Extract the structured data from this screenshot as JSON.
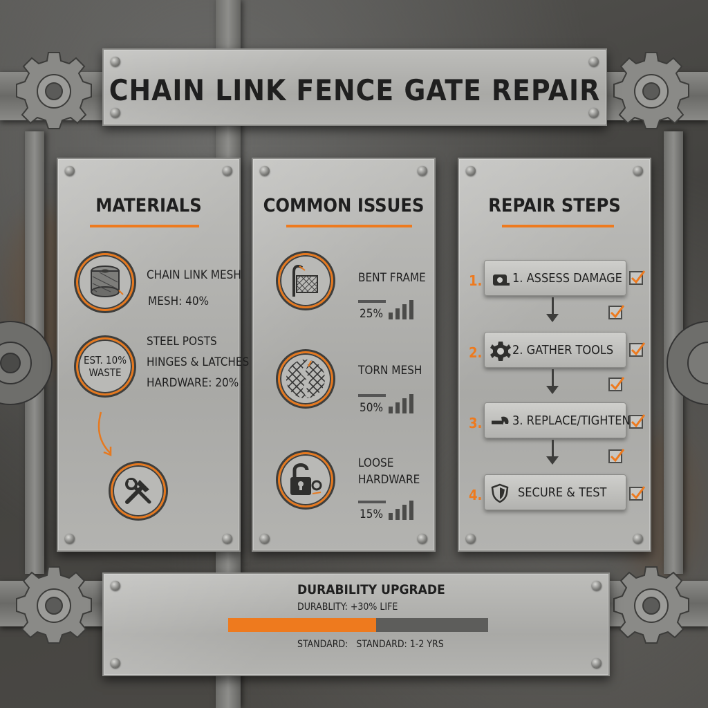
{
  "title": "CHAIN LINK FENCE GATE REPAIR",
  "materials": {
    "heading": "MATERIALS",
    "chain_link_mesh": "CHAIN LINK MESH",
    "mesh_share": "MESH: 40%",
    "waste_line1": "EST. 10%",
    "waste_line2": "WASTE",
    "steel_posts": "STEEL POSTS",
    "hinges": "HINGES & LATCHES",
    "hardware_share": "HARDWARE: 20%",
    "icons": [
      "mesh-roll-icon",
      "arrow-icon",
      "tools-icon"
    ]
  },
  "issues": {
    "heading": "COMMON ISSUES",
    "items": [
      {
        "label_line1": "BENT FRAME",
        "label_line2": "",
        "percent": "25%",
        "icon": "bent-frame-icon"
      },
      {
        "label_line1": "TORN MESH",
        "label_line2": "",
        "percent": "50%",
        "icon": "torn-mesh-icon"
      },
      {
        "label_line1": "LOOSE",
        "label_line2": "HARDWARE",
        "percent": "15%",
        "icon": "padlock-icon"
      }
    ]
  },
  "repair": {
    "heading": "REPAIR STEPS",
    "steps": [
      {
        "num": "1.",
        "label": "1. ASSESS DAMAGE",
        "icon": "tape-measure-icon"
      },
      {
        "num": "2.",
        "label": "2. GATHER TOOLS",
        "icon": "gear-icon"
      },
      {
        "num": "3.",
        "label": "3. REPLACE/TIGHTEN",
        "icon": "wrench-icon"
      },
      {
        "num": "4.",
        "label": "SECURE & TEST",
        "icon": "shield-icon"
      }
    ]
  },
  "durability": {
    "heading": "DURABILITY UPGRADE",
    "subline": "DURABLITY: +30% LIFE",
    "progress_fraction": 0.57,
    "footer": "STANDARD:   STANDARD: 1-2 YRS"
  },
  "colors": {
    "accent": "#ee7a1e",
    "plate": "#b3b3b0",
    "dark": "#1f1f1f"
  }
}
